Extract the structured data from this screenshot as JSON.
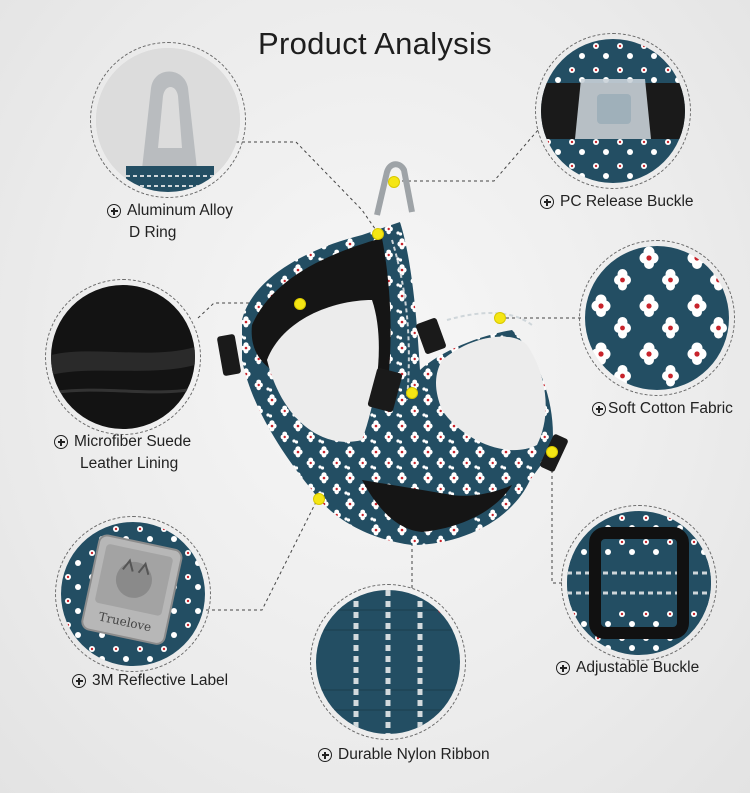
{
  "title": "Product Analysis",
  "features": {
    "d_ring": {
      "line1": "Aluminum Alloy",
      "line2": "D Ring"
    },
    "release_buckle": {
      "line1": "PC Release Buckle"
    },
    "cotton_fabric": {
      "line1": "Soft Cotton Fabric"
    },
    "lining": {
      "line1": "Microfiber Suede",
      "line2": "Leather Lining"
    },
    "adjustable_buckle": {
      "line1": "Adjustable Buckle"
    },
    "reflective_label": {
      "line1": "3M Reflective Label"
    },
    "nylon_ribbon": {
      "line1": "Durable Nylon Ribbon"
    }
  },
  "brand": {
    "logo_text": "Truelove"
  },
  "colors": {
    "webbing": "#234e63",
    "dot": "#f5e614",
    "lining": "#151515",
    "flower": "#ffffff",
    "flower_center": "#c8232b"
  }
}
